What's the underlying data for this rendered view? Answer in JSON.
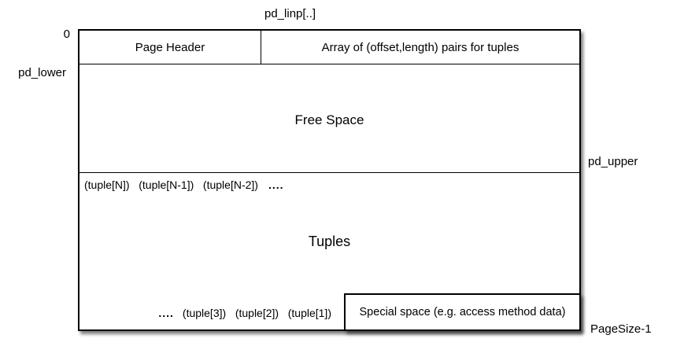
{
  "labels": {
    "pd_linp": "pd_linp[..]",
    "zero": "0",
    "pd_lower": "pd_lower",
    "pd_upper": "pd_upper",
    "pagesize": "PageSize-1"
  },
  "sections": {
    "page_header": "Page Header",
    "item_array": "Array of (offset,length) pairs for tuples",
    "free_space": "Free Space",
    "special_space": "Special space (e.g. access method data)"
  },
  "tuples": {
    "label": "Tuples",
    "top_items": "(tuple[N])   (tuple[N-1])   (tuple[N-2])",
    "dots_trailing": "....",
    "dots_leading": "....",
    "bottom_items": "(tuple[3])   (tuple[2])   (tuple[1])"
  },
  "colors": {
    "background": "#ffffff",
    "line": "#000000",
    "text": "#000000"
  }
}
